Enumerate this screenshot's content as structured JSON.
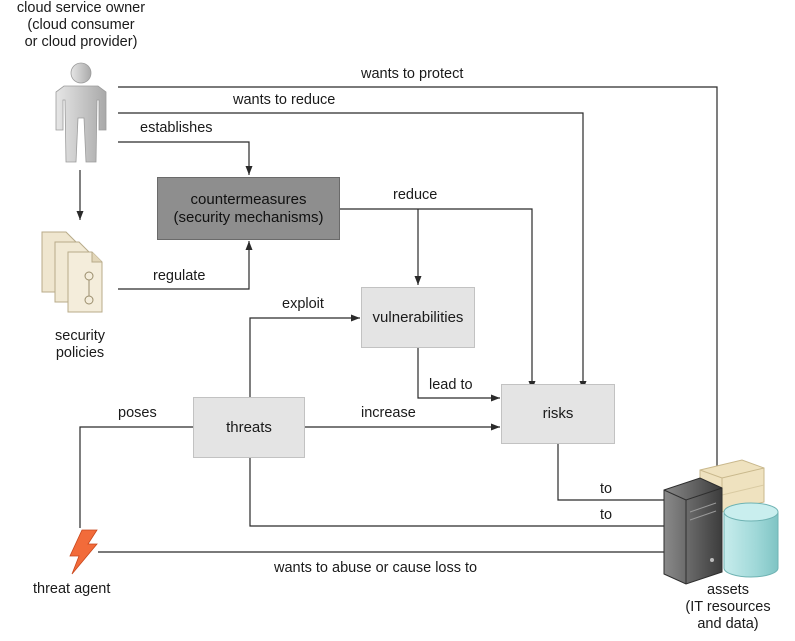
{
  "actors": {
    "owner": [
      "cloud service owner",
      "(cloud consumer",
      "or cloud provider)"
    ],
    "policies": [
      "security",
      "policies"
    ],
    "threat_agent": "threat agent",
    "assets": [
      "assets",
      "(IT resources",
      "and data)"
    ]
  },
  "boxes": {
    "countermeasures": [
      "countermeasures",
      "(security mechanisms)"
    ],
    "vulnerabilities": "vulnerabilities",
    "threats": "threats",
    "risks": "risks"
  },
  "edges": {
    "wants_to_protect": "wants to protect",
    "wants_to_reduce": "wants to reduce",
    "establishes": "establishes",
    "reduce": "reduce",
    "regulate": "regulate",
    "exploit": "exploit",
    "lead_to": "lead to",
    "poses": "poses",
    "increase": "increase",
    "to_risks": "to",
    "to_threats": "to",
    "wants_to_abuse": "wants to abuse or cause loss to"
  },
  "colors": {
    "line": "#2a2a2a",
    "box_light": "#e4e4e4",
    "box_dark": "#8e8e8e",
    "person": "#cfcfcf",
    "policy_doc": "#efe6cf",
    "bolt": "#f26b3a",
    "database": "#a8dede",
    "server": "#5c5c5c"
  }
}
